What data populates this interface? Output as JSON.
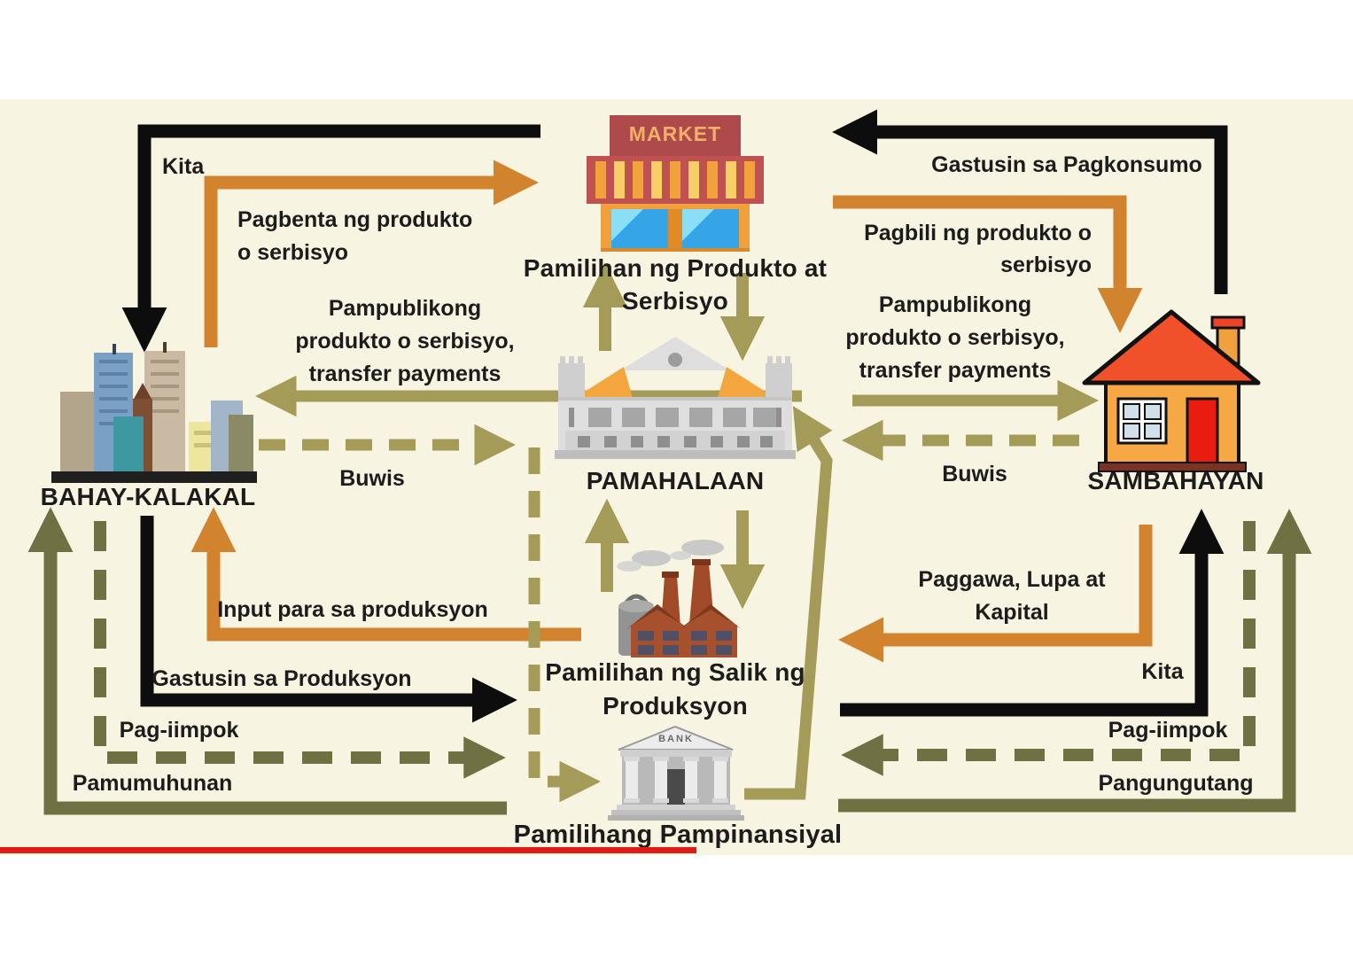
{
  "nodes": {
    "product_market": {
      "label": "Pamilihan ng Produkto at\nSerbisyo",
      "sign": "MARKET"
    },
    "government": {
      "label": "PAMAHALAAN"
    },
    "business": {
      "label": "BAHAY-KALAKAL"
    },
    "household": {
      "label": "SAMBAHAYAN"
    },
    "factor_market": {
      "label": "Pamilihan ng Salik ng\nProduksyon"
    },
    "financial_market": {
      "label": "Pamilihang Pampinansiyal",
      "sign": "BANK"
    }
  },
  "flows": {
    "kita_left": "Kita",
    "pagbenta": "Pagbenta ng produkto\no serbisyo",
    "transfer_left": "Pampublikong\nprodukto o serbisyo,\ntransfer payments",
    "buwis_left": "Buwis",
    "gastusin_pagkonsumo": "Gastusin sa Pagkonsumo",
    "pagbili": "Pagbili ng produkto o\nserbisyo",
    "transfer_right": "Pampublikong\nprodukto o serbisyo,\ntransfer payments",
    "buwis_right": "Buwis",
    "input_produksyon": "Input para sa produksyon",
    "gastusin_produksyon": "Gastusin sa Produksyon",
    "pag_iimpok_left": "Pag-iimpok",
    "pamumuhunan": "Pamumuhunan",
    "paggawa": "Paggawa, Lupa at\nKapital",
    "kita_right": "Kita",
    "pag_iimpok_right": "Pag-iimpok",
    "pangungutang": "Pangungutang"
  },
  "colors": {
    "background": "#f8f4e2",
    "money_flow_black": "#0d0d0d",
    "market_flow_orange": "#d2832e",
    "government_flow_khaki": "#a59b59",
    "financial_flow_olive": "#6e7243",
    "video_progress_red": "#e01a15"
  }
}
